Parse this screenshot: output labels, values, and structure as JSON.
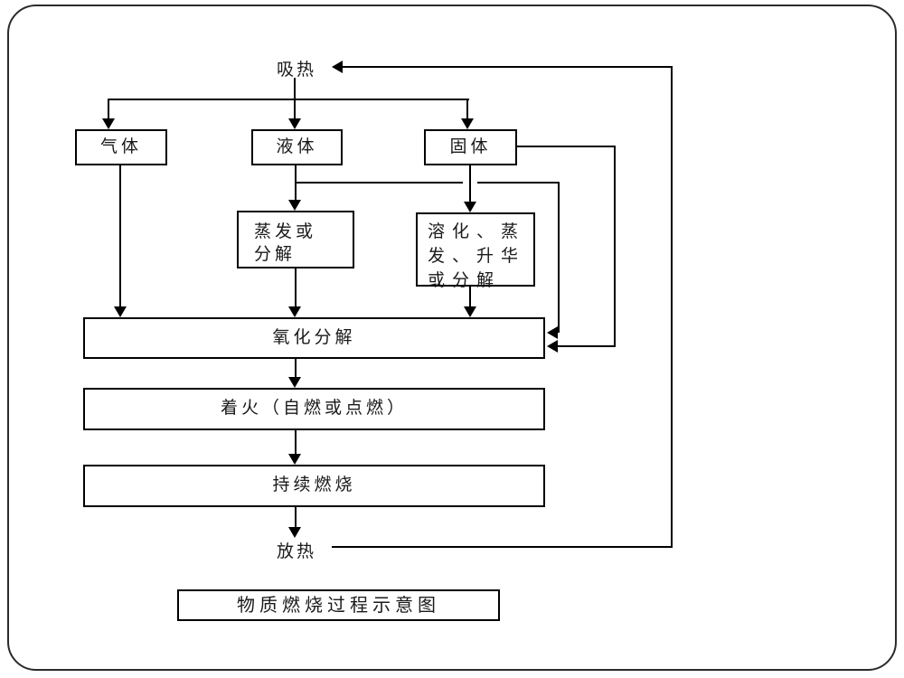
{
  "diagram": {
    "caption": "物质燃烧过程示意图",
    "heat_in": "吸热",
    "heat_out": "放热",
    "nodes": {
      "gas": "气体",
      "liquid": "液体",
      "solid": "固体",
      "evaporation": {
        "line1": "蒸发或",
        "line2": "分解"
      },
      "melting": {
        "line1": "溶化、蒸",
        "line2": "发、升华",
        "line3": "或分解"
      },
      "oxidation": "氧化分解",
      "ignition": "着火（自燃或点燃）",
      "combustion": "持续燃烧"
    },
    "colors": {
      "line": "#000000",
      "text": "#1a1a1a",
      "background": "#ffffff",
      "page_border": "#2b2b2b"
    }
  }
}
